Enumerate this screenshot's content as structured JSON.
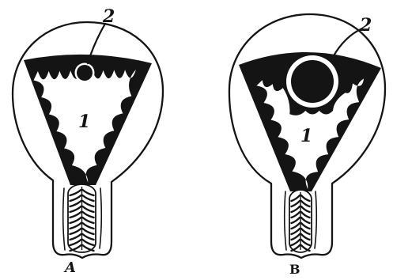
{
  "colors": {
    "ink": "#141414",
    "paper": "#ffffff"
  },
  "figures": [
    {
      "letter": "A",
      "cavity_label": "1",
      "pointer_label": "2"
    },
    {
      "letter": "B",
      "cavity_label": "1",
      "pointer_label": "2"
    }
  ]
}
